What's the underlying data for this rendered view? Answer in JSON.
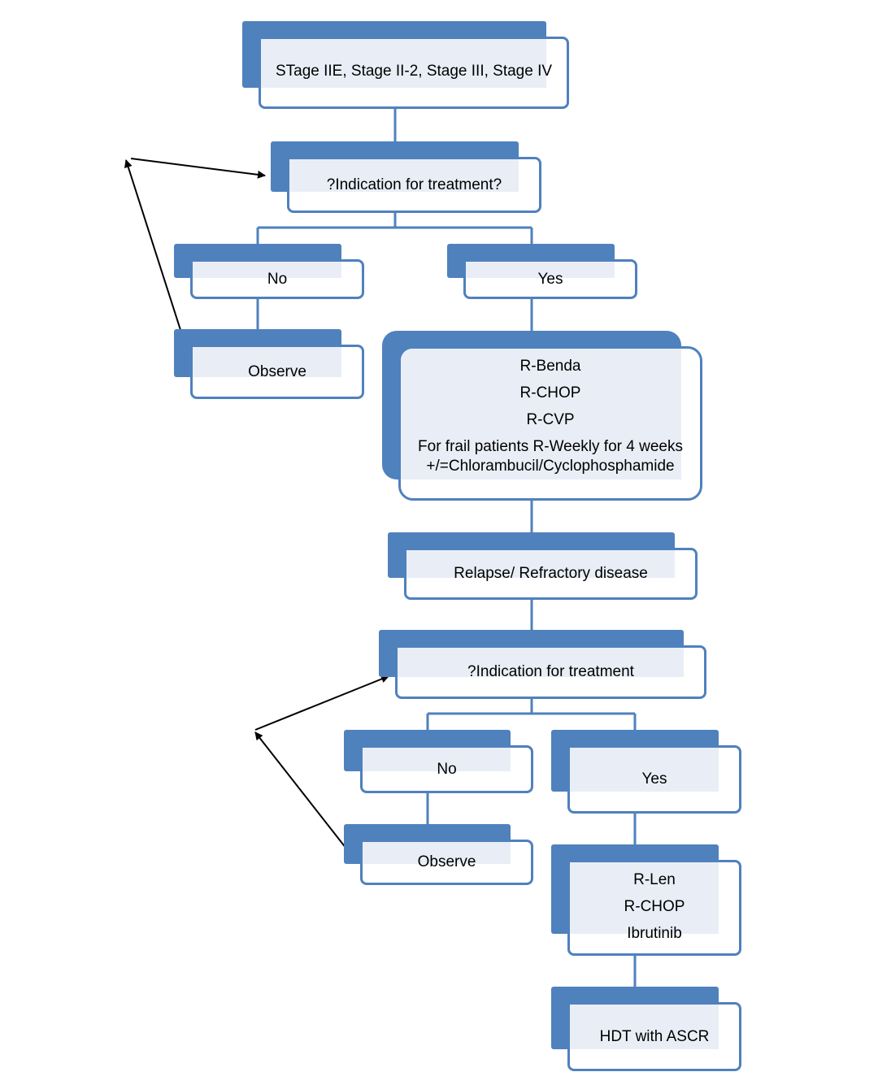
{
  "colors": {
    "box_fill": "#4f81bd",
    "card_tint": "#e9eef6",
    "connector": "#4f81bd",
    "feedback_arrow": "#000000"
  },
  "nodes": {
    "stage": {
      "lines": [
        "STage IIE, Stage II-2, Stage III, Stage IV"
      ]
    },
    "indication_1": {
      "lines": [
        "?Indication for treatment?"
      ]
    },
    "no_1": {
      "lines": [
        "No"
      ]
    },
    "yes_1": {
      "lines": [
        "Yes"
      ]
    },
    "observe_1": {
      "lines": [
        "Observe"
      ]
    },
    "first_line": {
      "lines": [
        "R-Benda",
        "R-CHOP",
        "R-CVP",
        "For frail patients R-Weekly for 4 weeks",
        "+/=Chlorambucil/Cyclophosphamide"
      ]
    },
    "relapse": {
      "lines": [
        "Relapse/ Refractory disease"
      ]
    },
    "indication_2": {
      "lines": [
        "?Indication for treatment"
      ]
    },
    "no_2": {
      "lines": [
        "No"
      ]
    },
    "yes_2": {
      "lines": [
        "Yes"
      ]
    },
    "observe_2": {
      "lines": [
        "Observe"
      ]
    },
    "second_line": {
      "lines": [
        "R-Len",
        "R-CHOP",
        "Ibrutinib"
      ]
    },
    "hdt": {
      "lines": [
        "HDT with ASCR"
      ]
    }
  }
}
